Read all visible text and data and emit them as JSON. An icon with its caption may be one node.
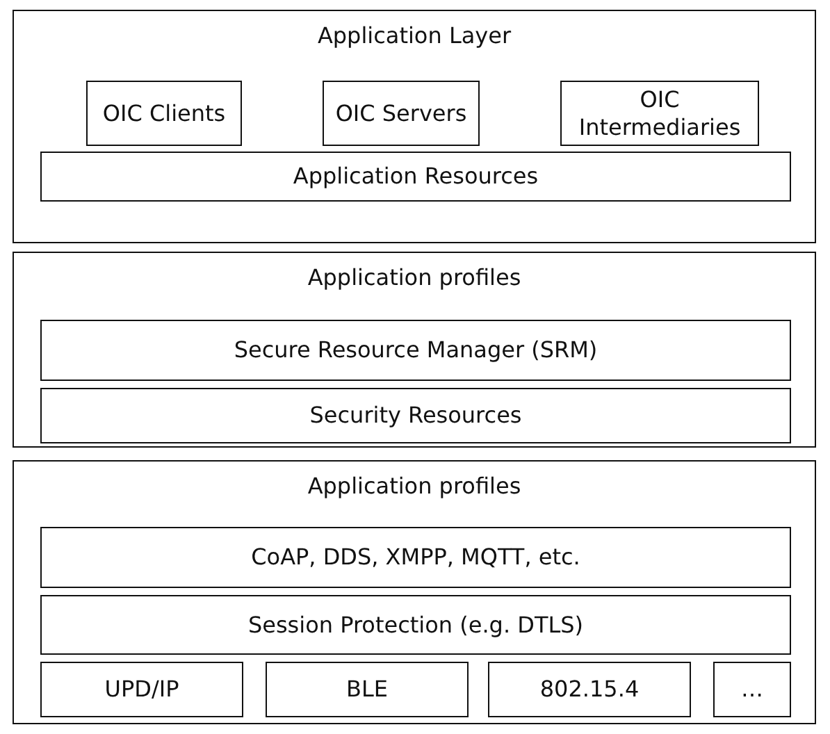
{
  "diagram": {
    "nodes": [
      {
        "text": [
          "Application Layer"
        ]
      },
      {
        "text": [
          "OIC Clients"
        ],
        "in": 0
      },
      {
        "text": [
          "OIC Servers"
        ],
        "in": 0
      },
      {
        "text": [
          "OIC Intermediaries"
        ],
        "in": 0
      },
      {
        "text": [
          "Application Resources"
        ],
        "in": 0
      },
      {
        "text": [
          "Application profiles"
        ]
      },
      {
        "text": [
          "Secure Resource Manager (SRM)"
        ],
        "in": 5
      },
      {
        "text": [
          "Security Resources"
        ],
        "in": 5
      },
      {
        "text": [
          "Application profiles"
        ]
      },
      {
        "text": [
          "CoAP, DDS, XMPP, MQTT, etc."
        ],
        "in": 8
      },
      {
        "text": [
          "Session Protection (e.g. DTLS)"
        ],
        "in": 8
      },
      {
        "text": [
          "UPD/IP"
        ],
        "in": 8
      },
      {
        "text": [
          "BLE"
        ],
        "in": 8
      },
      {
        "text": [
          "802.15.4"
        ],
        "in": 8
      },
      {
        "text": [
          "…"
        ],
        "in": 8
      }
    ],
    "edges": []
  }
}
